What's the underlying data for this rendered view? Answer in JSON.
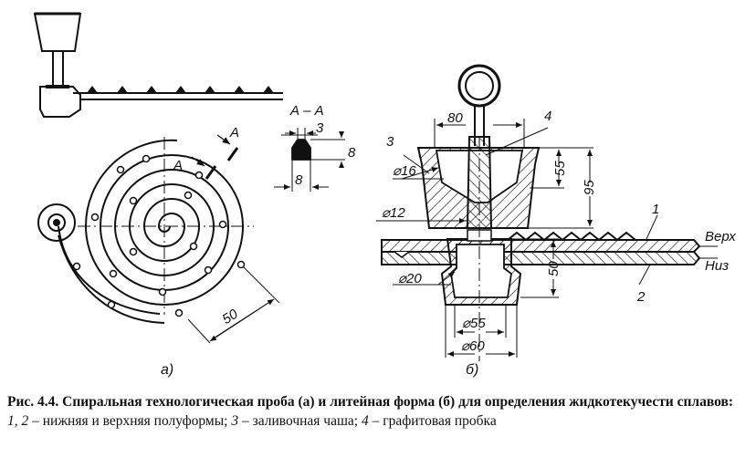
{
  "figure": {
    "left": {
      "section_label": "А – А",
      "dim_3": "3",
      "dim_8_top": "8",
      "dim_8_bottom": "8",
      "cut_a1": "А",
      "cut_a2": "А",
      "dim_50": "50",
      "sublabel": "а)"
    },
    "right": {
      "dim_80": "80",
      "dim_55": "55",
      "dim_95": "95",
      "dim_50": "50",
      "d16": "⌀16",
      "d12": "⌀12",
      "d20": "⌀20",
      "d55": "⌀55",
      "d60": "⌀60",
      "label_1": "1",
      "label_2": "2",
      "label_3": "3",
      "label_4": "4",
      "top": "Верх",
      "bottom": "Низ",
      "sublabel": "б)"
    }
  },
  "caption": {
    "title": "Рис. 4.4. Спиральная технологическая проба (а) и литейная форма (б) для определения жидкотекучести сплавов:",
    "legend_n1": "1, 2",
    "legend_t1": " – нижняя и верхняя полуформы; ",
    "legend_n2": "3",
    "legend_t2": " – заливочная чаша; ",
    "legend_n3": "4",
    "legend_t3": " – графитовая пробка"
  }
}
